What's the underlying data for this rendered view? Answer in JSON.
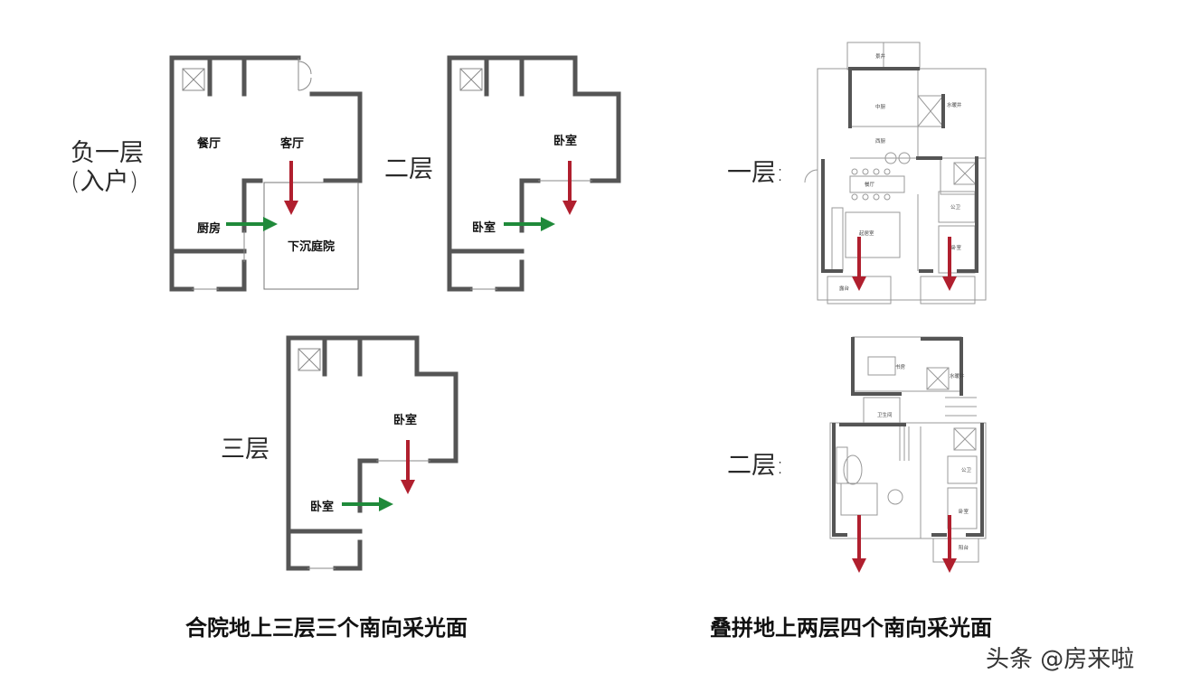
{
  "left_panel": {
    "b1": {
      "floor_label_line1": "负一层",
      "floor_label_line2": "(入户)",
      "rooms": {
        "dining": "餐厅",
        "living": "客厅",
        "kitchen": "厨房",
        "courtyard": "下沉庭院"
      }
    },
    "f2": {
      "floor_label": "二层",
      "rooms": {
        "bedroom_a": "卧室",
        "bedroom_b": "卧室"
      }
    },
    "f3": {
      "floor_label": "三层",
      "rooms": {
        "bedroom_a": "卧室",
        "bedroom_b": "卧室"
      }
    },
    "caption": "合院地上三层三个南向采光面"
  },
  "right_panel": {
    "f1": {
      "floor_label": "一层:",
      "small_labels": {
        "top": "景井",
        "kitchen": "中厨",
        "west_kitchen": "西厨",
        "dining": "餐厅",
        "living": "起居室",
        "bath": "公卫",
        "bedroom": "卧室",
        "terrace": "露台",
        "shaft": "水暖井"
      }
    },
    "f2": {
      "floor_label": "二层:",
      "small_labels": {
        "study": "书房",
        "bath": "卫生间",
        "shaft": "水暖井",
        "public_bath": "公卫",
        "bedroom": "卧室",
        "balcony": "阳台"
      }
    },
    "caption": "叠拼地上两层四个南向采光面"
  },
  "watermark": "头条 @房来啦",
  "colors": {
    "wall": "#555555",
    "south_arrow": "#b01f2e",
    "east_arrow": "#1f8a3a",
    "thin_line": "#888888"
  }
}
